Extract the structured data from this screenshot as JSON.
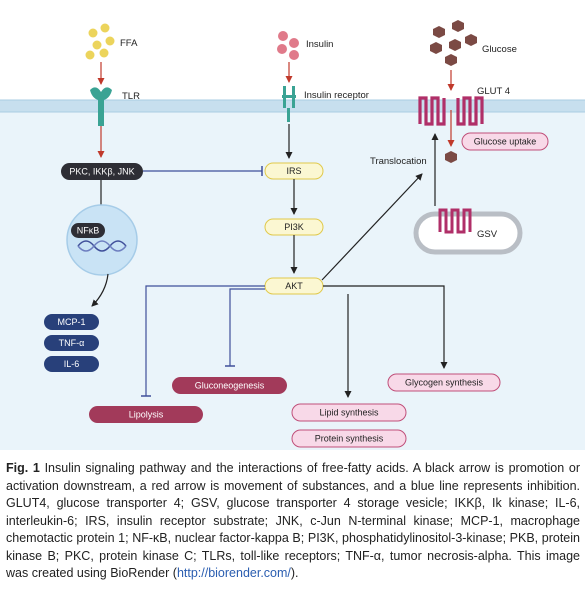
{
  "colors": {
    "cell_fill": "#eaf4fa",
    "membrane": "#c7dfee",
    "activation_arrow": "#222222",
    "movement_arrow": "#c0392b",
    "inhibition_line": "#3f4f9a",
    "dark_pill": "#2e2e35",
    "yellow_pill": "#fbf7d2",
    "yellow_pill_border": "#e0c94b",
    "navy_pill": "#28407a",
    "maroon_pill": "#a23a5a",
    "pink_pill": "#f8d9e8",
    "pink_pill_border": "#c0507a",
    "ffa_dot": "#ecd45c",
    "insulin_dot": "#e07a8a",
    "glucose_hex": "#7b4a44",
    "tlr_receptor": "#3aa394",
    "glut4": "#b02f68",
    "nucleus": "#c9e3f5"
  },
  "molecules": {
    "ffa": "FFA",
    "insulin": "Insulin",
    "glucose": "Glucose"
  },
  "receptors": {
    "tlr": "TLR",
    "insulin_receptor": "Insulin receptor",
    "glut4": "GLUT 4",
    "gsv": "GSV"
  },
  "nodes": {
    "pkc_ikk_jnk": "PKC, IKKβ, JNK",
    "nfkb": "NFκB",
    "mcp1": "MCP-1",
    "tnf": "TNF-α",
    "il6": "IL-6",
    "irs": "IRS",
    "pi3k": "PI3K",
    "akt": "AKT",
    "glucose_uptake": "Glucose uptake",
    "translocation": "Translocation",
    "gluconeogenesis": "Gluconeogenesis",
    "lipolysis": "Lipolysis",
    "lipid_synthesis": "Lipid synthesis",
    "protein_synthesis": "Protein synthesis",
    "glycogen_synthesis": "Glycogen synthesis"
  },
  "caption": {
    "label": "Fig. 1",
    "text": "Insulin signaling pathway and the interactions of free-fatty acids. A black arrow is promotion or activation downstream, a red arrow is movement of substances, and a blue line represents inhibition. GLUT4, glucose transporter 4; GSV, glucose transporter 4 storage vesicle; IKKβ, Ik kinase; IL-6, interleukin-6; IRS, insulin receptor substrate; JNK, c-Jun N-terminal kinase; MCP-1, macrophage chemotactic protein 1; NF-κB, nuclear factor-kappa B; PI3K, phosphatidylinositol-3-kinase; PKB, protein kinase B; PKC, protein kinase C; TLRs, toll-like receptors; TNF-α, tumor necrosis-alpha. This image was created using BioRender (",
    "link": "http://biorender.com/",
    "end": ")."
  }
}
